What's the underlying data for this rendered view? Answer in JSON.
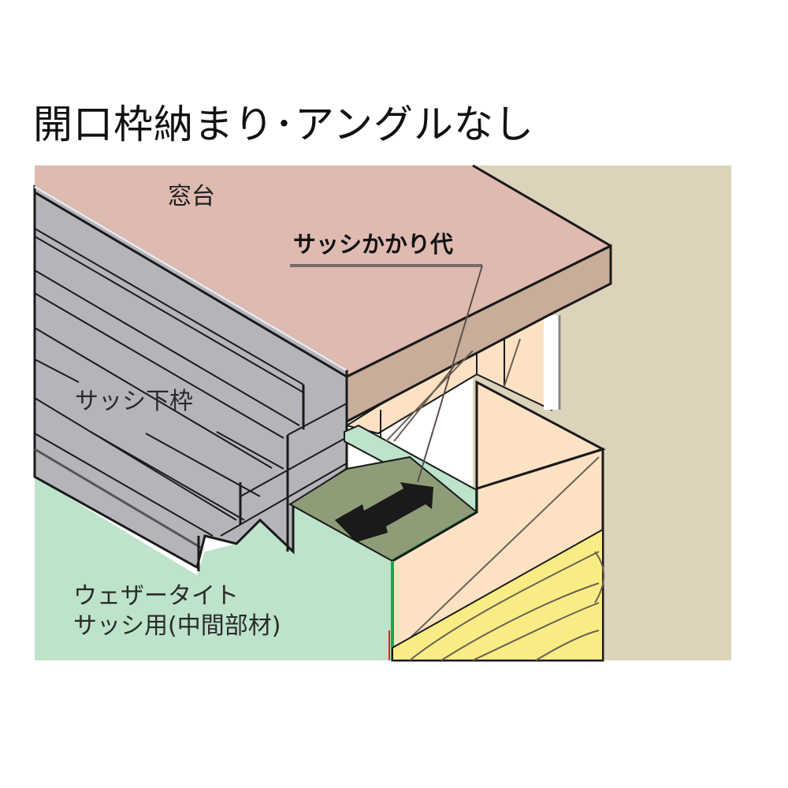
{
  "title": "開口枠納まり･アングルなし",
  "labels": {
    "window_sill": "窓台",
    "sash_overlap_allowance": "サッシかかり代",
    "sash_lower_frame": "サッシ下枠",
    "weathertight_line1": "ウェザータイト",
    "weathertight_line2": "サッシ用(中間部材)"
  },
  "colors": {
    "background_wall": "#dcd3bb",
    "window_sill_top": "#dfbab0",
    "window_sill_front": "#c8ad9a",
    "sash_frame": "#b4b4ba",
    "weathertight_sheet": "#bde3cb",
    "weathertight_edge": "#1aa64a",
    "overlap_area": "#8e9c78",
    "arrow": "#1a1a1a",
    "wood_stud": "#fde1c3",
    "insulation": "#f9ec85",
    "outline": "#1a1a1a"
  },
  "icons": {
    "dimension_arrow": "double-headed-arrow-icon"
  }
}
